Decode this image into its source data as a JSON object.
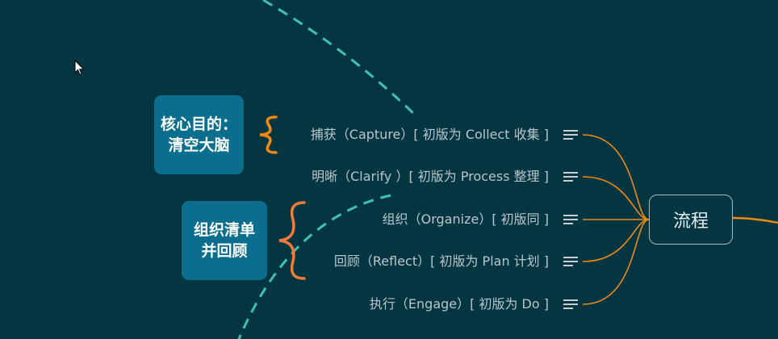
{
  "mindmap": {
    "central_topic": "流程",
    "branches": [
      {
        "label": "捕获（Capture）[ 初版为 Collect 收集 ]"
      },
      {
        "label": "明晰（Clarify ）[ 初版为 Process 整理 ]"
      },
      {
        "label": "组织（Organize）[ 初版同 ]"
      },
      {
        "label": "回顾（Reflect）[ 初版为 Plan 计划 ]"
      },
      {
        "label": "执行（Engage）[ 初版为 Do ]"
      }
    ],
    "callouts": [
      {
        "text": "核心目的：清空大脑"
      },
      {
        "text": "组织清单并回顾"
      }
    ]
  },
  "colors": {
    "background": "#043642",
    "branch_line": "#f08a14",
    "brace_1": "#f08a14",
    "brace_2": "#f07b3a",
    "dashed_line": "#3fc2b2",
    "callout_fill": "#0b6e8e",
    "central_border": "#a9b9bc"
  },
  "icons": [
    "note-icon",
    "cursor-icon"
  ]
}
